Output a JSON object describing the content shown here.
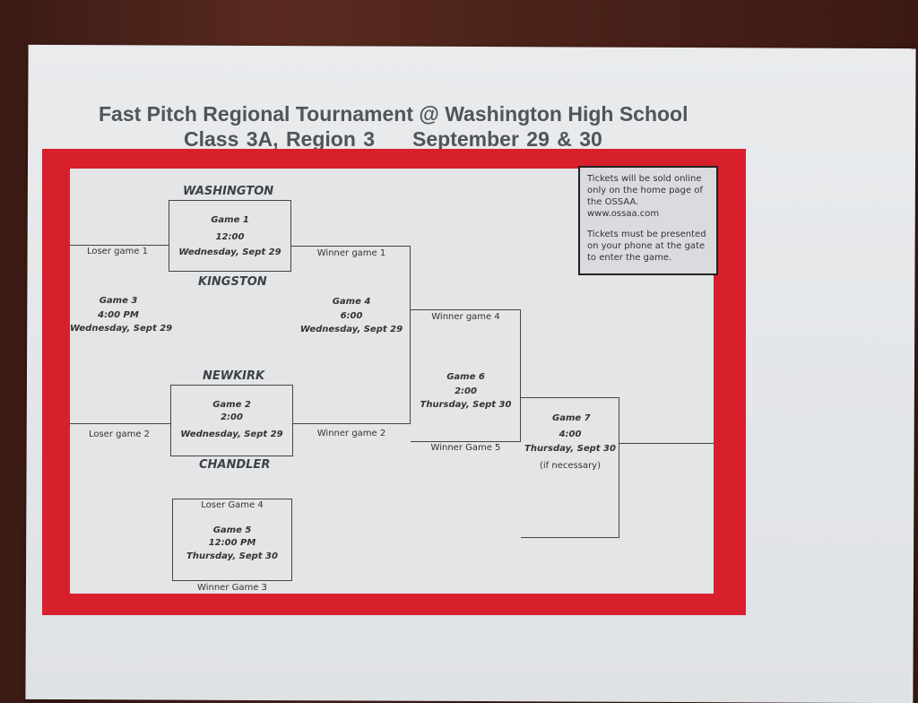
{
  "title_line1": "Fast Pitch Regional Tournament @ Washington High School",
  "title_line2": "Class 3A, Region 3     September 29 & 30",
  "teams": {
    "t1": "WASHINGTON",
    "t2": "KINGSTON",
    "t3": "NEWKIRK",
    "t4": "CHANDLER"
  },
  "games": {
    "g1": {
      "name": "Game 1",
      "time": "12:00",
      "day": "Wednesday, Sept 29"
    },
    "g2": {
      "name": "Game 2",
      "time": "2:00",
      "day": "Wednesday, Sept 29"
    },
    "g3": {
      "name": "Game 3",
      "time": "4:00 PM",
      "day": "Wednesday, Sept 29"
    },
    "g4": {
      "name": "Game 4",
      "time": "6:00",
      "day": "Wednesday, Sept 29"
    },
    "g5": {
      "name": "Game 5",
      "time": "12:00 PM",
      "day": "Thursday, Sept 30"
    },
    "g6": {
      "name": "Game 6",
      "time": "2:00",
      "day": "Thursday, Sept 30"
    },
    "g7": {
      "name": "Game 7",
      "time": "4:00",
      "day": "Thursday, Sept 30",
      "note": "(if necessary)"
    }
  },
  "labels": {
    "loser_g1": "Loser game 1",
    "loser_g2": "Loser game 2",
    "winner_g1": "Winner game 1",
    "winner_g2": "Winner game 2",
    "winner_g4": "Winner game 4",
    "winner_g5": "Winner Game 5",
    "loser_g4": "Loser Game 4",
    "winner_g3": "Winner Game 3"
  },
  "tickets": {
    "line1": "Tickets will be sold online only on the home page of the OSSAA.",
    "line2": "www.ossaa.com",
    "line3": "Tickets must be presented on your phone at the gate to enter the game."
  }
}
